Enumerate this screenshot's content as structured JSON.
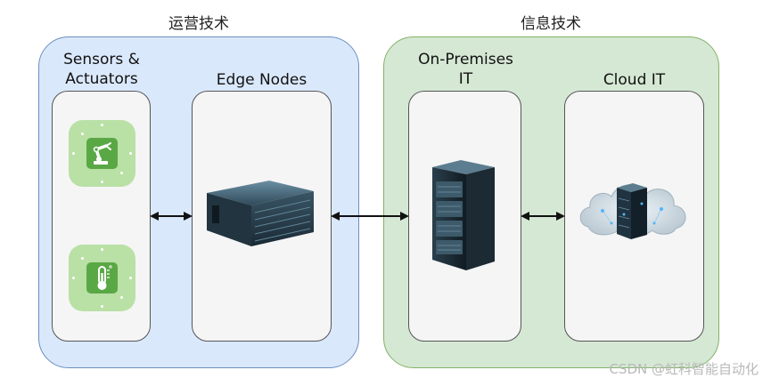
{
  "groups": {
    "ot": {
      "title": "运营技术"
    },
    "it": {
      "title": "信息技术"
    }
  },
  "panels": {
    "sensors": {
      "label_line1": "Sensors &",
      "label_line2": "Actuators"
    },
    "edge": {
      "label": "Edge Nodes"
    },
    "onprem": {
      "label_line1": "On-Premises",
      "label_line2": "IT"
    },
    "cloud": {
      "label": "Cloud IT"
    }
  },
  "icons": {
    "robot_arm": "robot-arm-icon",
    "thermometer": "thermometer-icon",
    "edge_server": "rack-server-icon",
    "onprem_server": "tower-server-icon",
    "cloud_server": "cloud-server-icon"
  },
  "colors": {
    "ot_fill": "#dae8fc",
    "ot_stroke": "#6c8ebf",
    "it_fill": "#d5e8d4",
    "it_stroke": "#82b366",
    "icon_tile": "#b9e0a5",
    "icon_inner": "#5aa845"
  },
  "watermark": "CSDN @虹科智能自动化"
}
